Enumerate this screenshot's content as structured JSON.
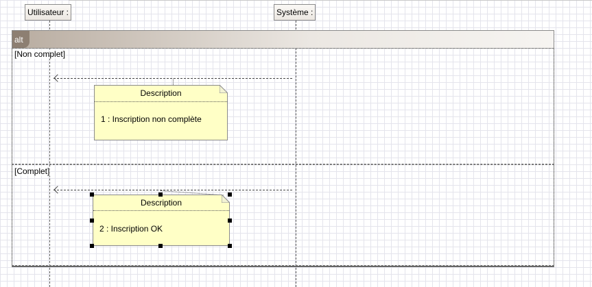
{
  "lifelines": [
    {
      "label": "Utilisateur :"
    },
    {
      "label": "Système :"
    }
  ],
  "fragment": {
    "operator": "alt"
  },
  "operands": [
    {
      "guard": "[Non complet]",
      "note": {
        "title": "Description",
        "text": "1 : Inscription non complète"
      }
    },
    {
      "guard": "[Complet]",
      "note": {
        "title": "Description",
        "text": "2 : Inscription OK"
      }
    }
  ],
  "colors": {
    "note_fill": "#ffffc6",
    "header_dark": "#8d7f72",
    "grid": "#e4e4ec"
  },
  "selection": {
    "selected_operand": 1
  }
}
